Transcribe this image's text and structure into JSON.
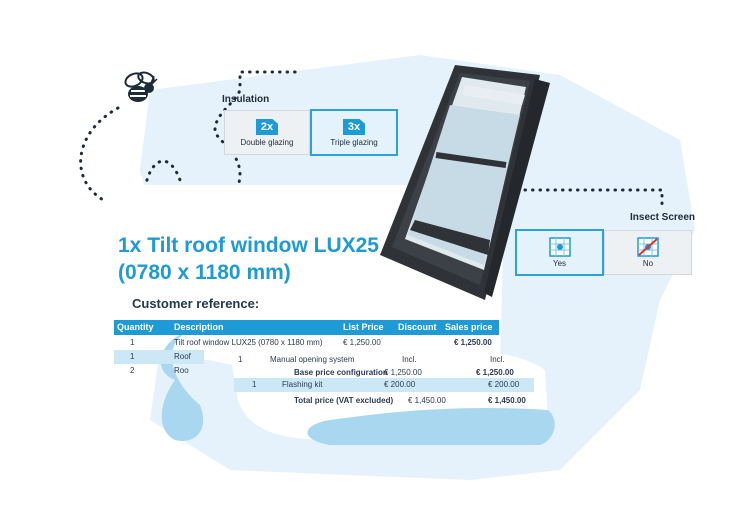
{
  "insulation": {
    "label": "Insulation",
    "options": [
      {
        "badge": "2x",
        "label": "Double glazing",
        "selected": false
      },
      {
        "badge": "3x",
        "label": "Triple glazing",
        "selected": true
      }
    ]
  },
  "insect_screen": {
    "label": "Insect Screen",
    "options": [
      {
        "label": "Yes",
        "selected": true,
        "icon": "insect-screen-icon"
      },
      {
        "label": "No",
        "selected": false,
        "icon": "no-insect-screen-icon"
      }
    ]
  },
  "document": {
    "title_line1": "1x Tilt roof window LUX25",
    "title_line2": "(0780 x 1180 mm)",
    "customer_reference": "Customer reference:",
    "headers": {
      "quantity": "Quantity",
      "description": "Description",
      "list_price": "List Price",
      "discount": "Discount",
      "sales_price": "Sales price"
    },
    "rows": [
      {
        "quantity": "1",
        "description": "Tilt roof window LUX25 (0780 x 1180 mm)",
        "list_price": "€ 1,250.00",
        "sales_price": "€ 1,250.00"
      },
      {
        "quantity": "1",
        "description": "Roof"
      },
      {
        "quantity": "2",
        "description": "Roo"
      }
    ],
    "inner": {
      "rows": [
        {
          "quantity": "1",
          "description": "Manual opening system",
          "list_price": "Incl.",
          "sales_price": "Incl."
        },
        {
          "label": "Base price configuration",
          "list_price": "€ 1,250.00",
          "sales_price": "€ 1,250.00"
        },
        {
          "quantity": "1",
          "description": "Flashing kit",
          "list_price": "€ 200.00",
          "sales_price": "€ 200.00"
        },
        {
          "label": "Total price (VAT excluded)",
          "list_price": "€ 1,450.00",
          "sales_price": "€ 1,450.00"
        }
      ]
    }
  },
  "colors": {
    "accent": "#1e9ad6",
    "light_blue": "#e3f1fa",
    "paper_curl": "#a9d7ef",
    "window_frame": "#2f3338"
  }
}
